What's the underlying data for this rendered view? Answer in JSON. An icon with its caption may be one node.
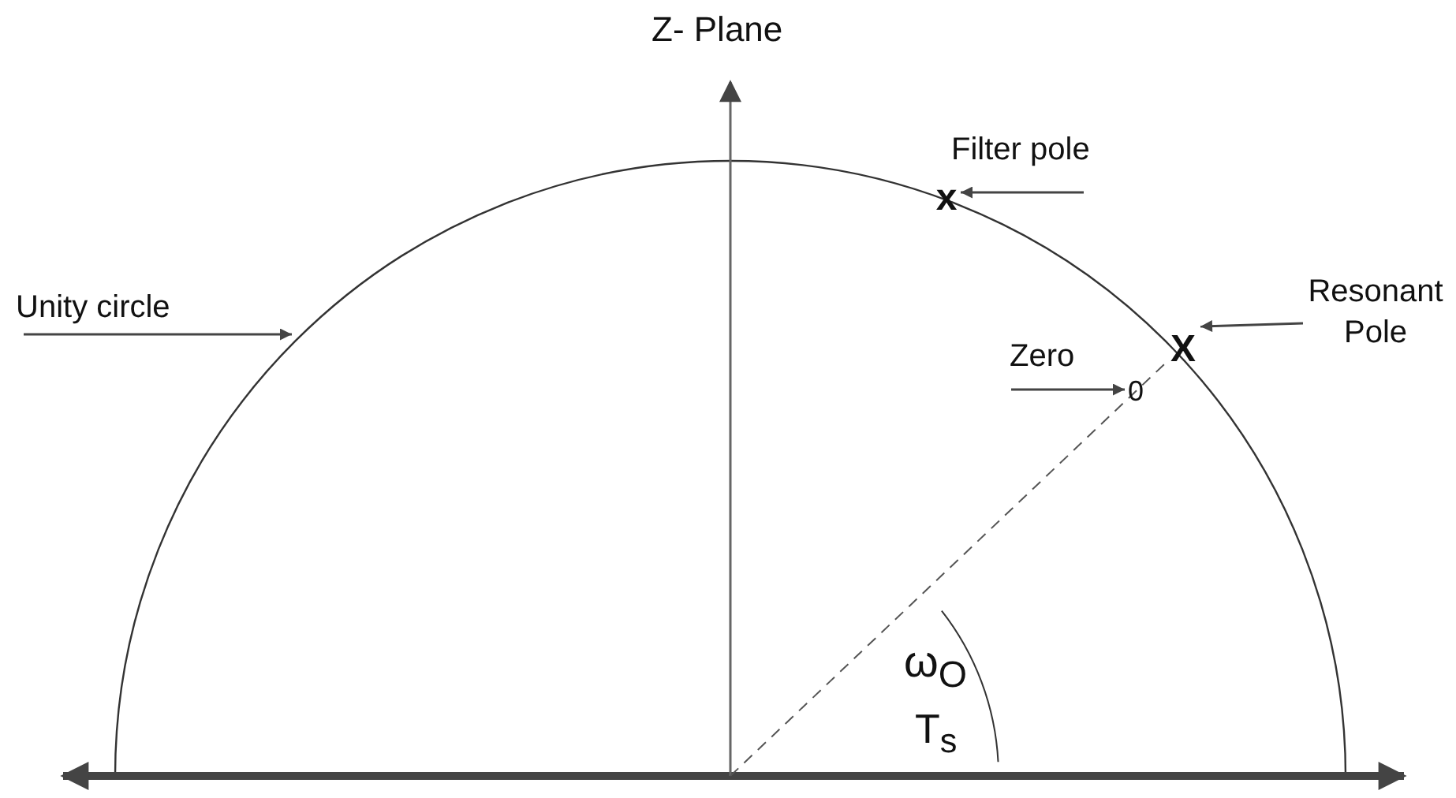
{
  "diagram": {
    "title": "Z- Plane",
    "nodes": [
      {
        "text": [
          "Filter pole"
        ]
      },
      {
        "text": [
          "x"
        ]
      },
      {
        "text": [
          "Resonant Pole"
        ]
      },
      {
        "text": [
          "X"
        ]
      },
      {
        "text": [
          "Zero"
        ]
      },
      {
        "text": [
          "0"
        ]
      },
      {
        "text": [
          "Unity circle"
        ]
      }
    ],
    "edges": [
      {
        "from": 0,
        "to": 1,
        "arrow": "to"
      },
      {
        "from": 2,
        "to": 3,
        "arrow": "to"
      },
      {
        "from": 4,
        "to": 5,
        "arrow": "to"
      },
      {
        "from": 6,
        "to": null,
        "arrow": "to"
      }
    ],
    "labels": [
      "ω$_{O}$",
      "T$_{s}$"
    ]
  }
}
